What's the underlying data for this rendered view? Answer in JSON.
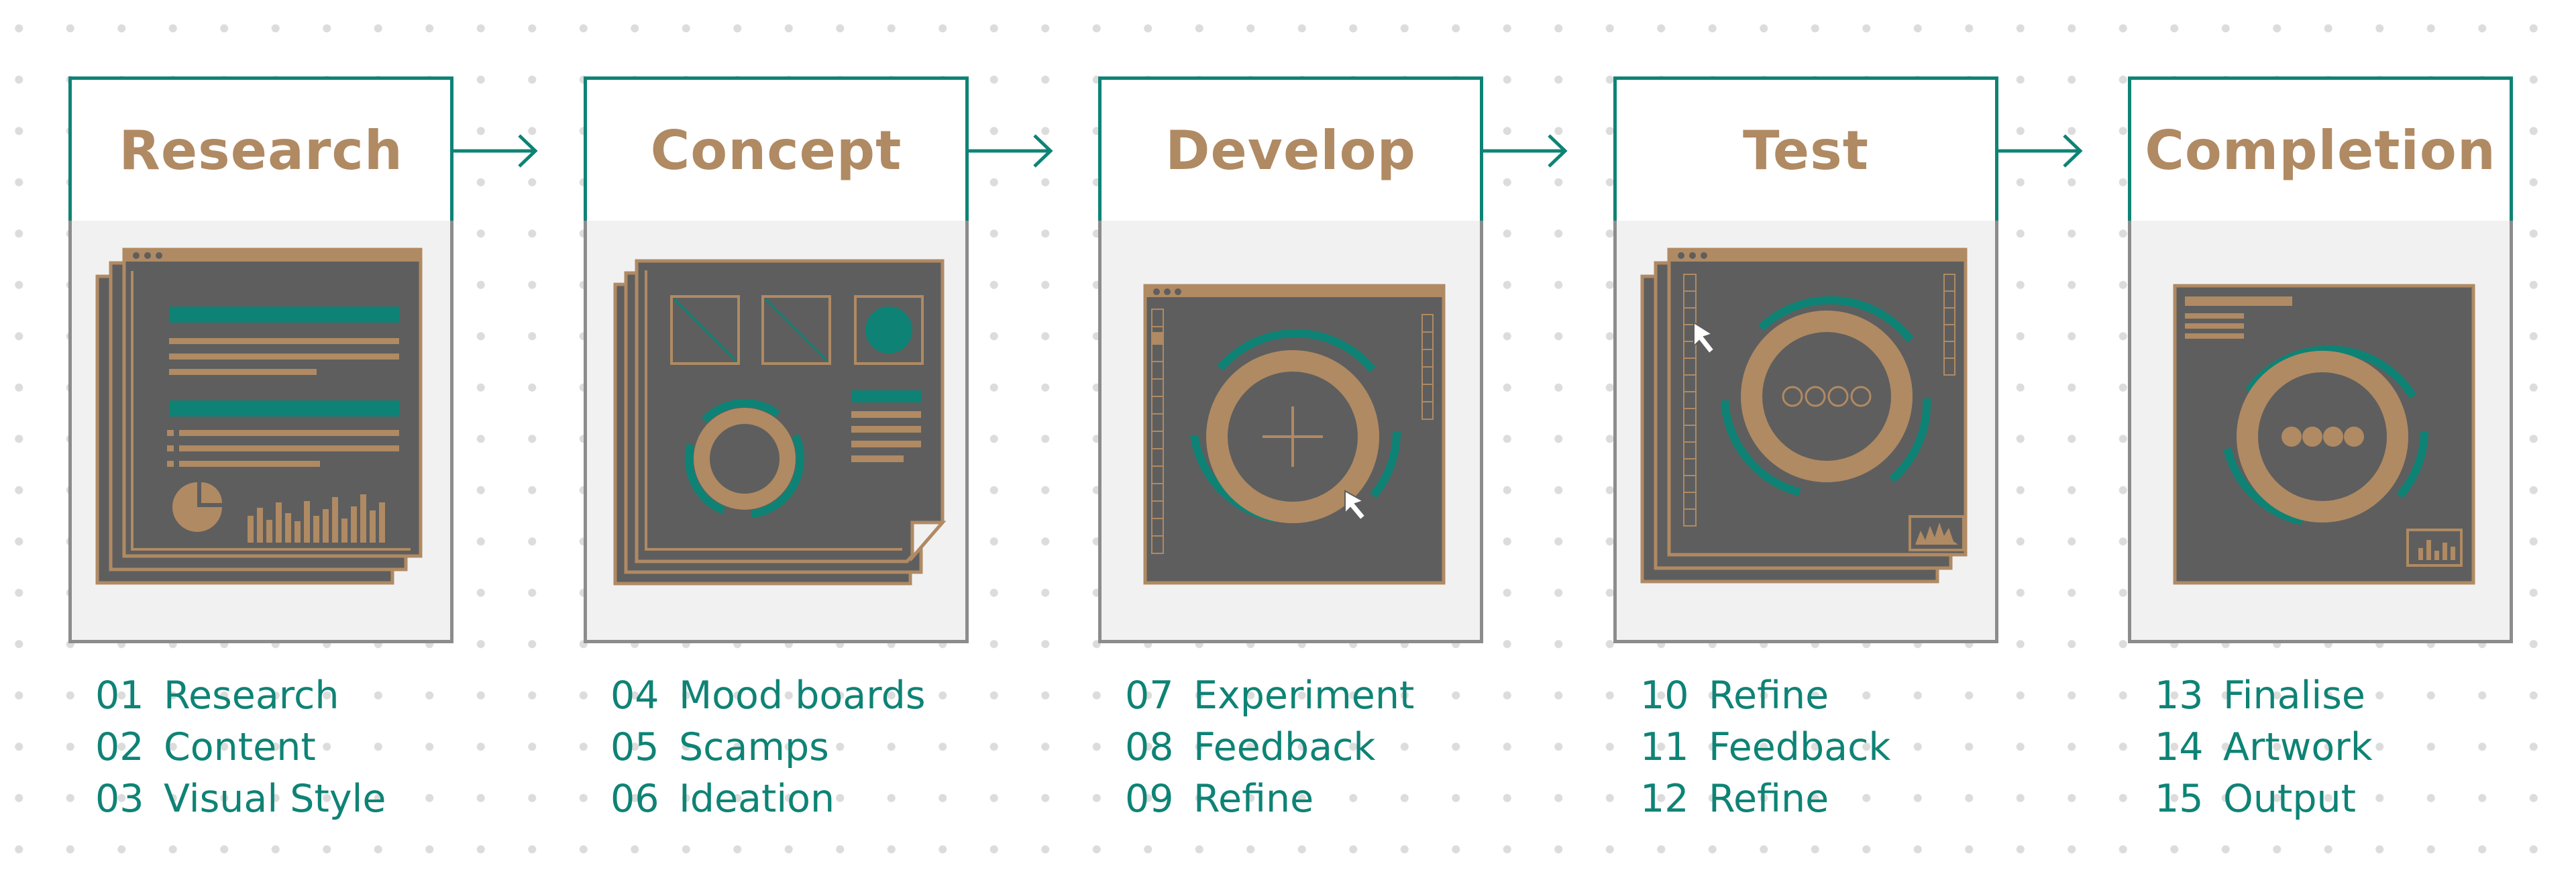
{
  "stages": [
    {
      "title": "Research",
      "steps": [
        {
          "num": "01",
          "label": "Research"
        },
        {
          "num": "02",
          "label": "Content"
        },
        {
          "num": "03",
          "label": "Visual Style"
        }
      ]
    },
    {
      "title": "Concept",
      "steps": [
        {
          "num": "04",
          "label": "Mood boards"
        },
        {
          "num": "05",
          "label": "Scamps"
        },
        {
          "num": "06",
          "label": "Ideation"
        }
      ]
    },
    {
      "title": "Develop",
      "steps": [
        {
          "num": "07",
          "label": "Experiment"
        },
        {
          "num": "08",
          "label": "Feedback"
        },
        {
          "num": "09",
          "label": "Refine"
        }
      ]
    },
    {
      "title": "Test",
      "steps": [
        {
          "num": "10",
          "label": "Refine"
        },
        {
          "num": "11",
          "label": "Feedback"
        },
        {
          "num": "12",
          "label": "Refine"
        }
      ]
    },
    {
      "title": "Completion",
      "steps": [
        {
          "num": "13",
          "label": "Finalise"
        },
        {
          "num": "14",
          "label": "Artwork"
        },
        {
          "num": "15",
          "label": "Output"
        }
      ]
    }
  ],
  "icons": [
    "research-document-stack-icon",
    "concept-moodboard-stack-icon",
    "develop-crosshair-window-icon",
    "test-loading-window-icon",
    "completion-dots-window-icon"
  ],
  "colors": {
    "teal": "#0e8375",
    "tan": "#b08a63",
    "dark_gray": "#5e5e5e",
    "panel_border": "#8c8c8c",
    "panel_fill": "#f1f1f1"
  }
}
